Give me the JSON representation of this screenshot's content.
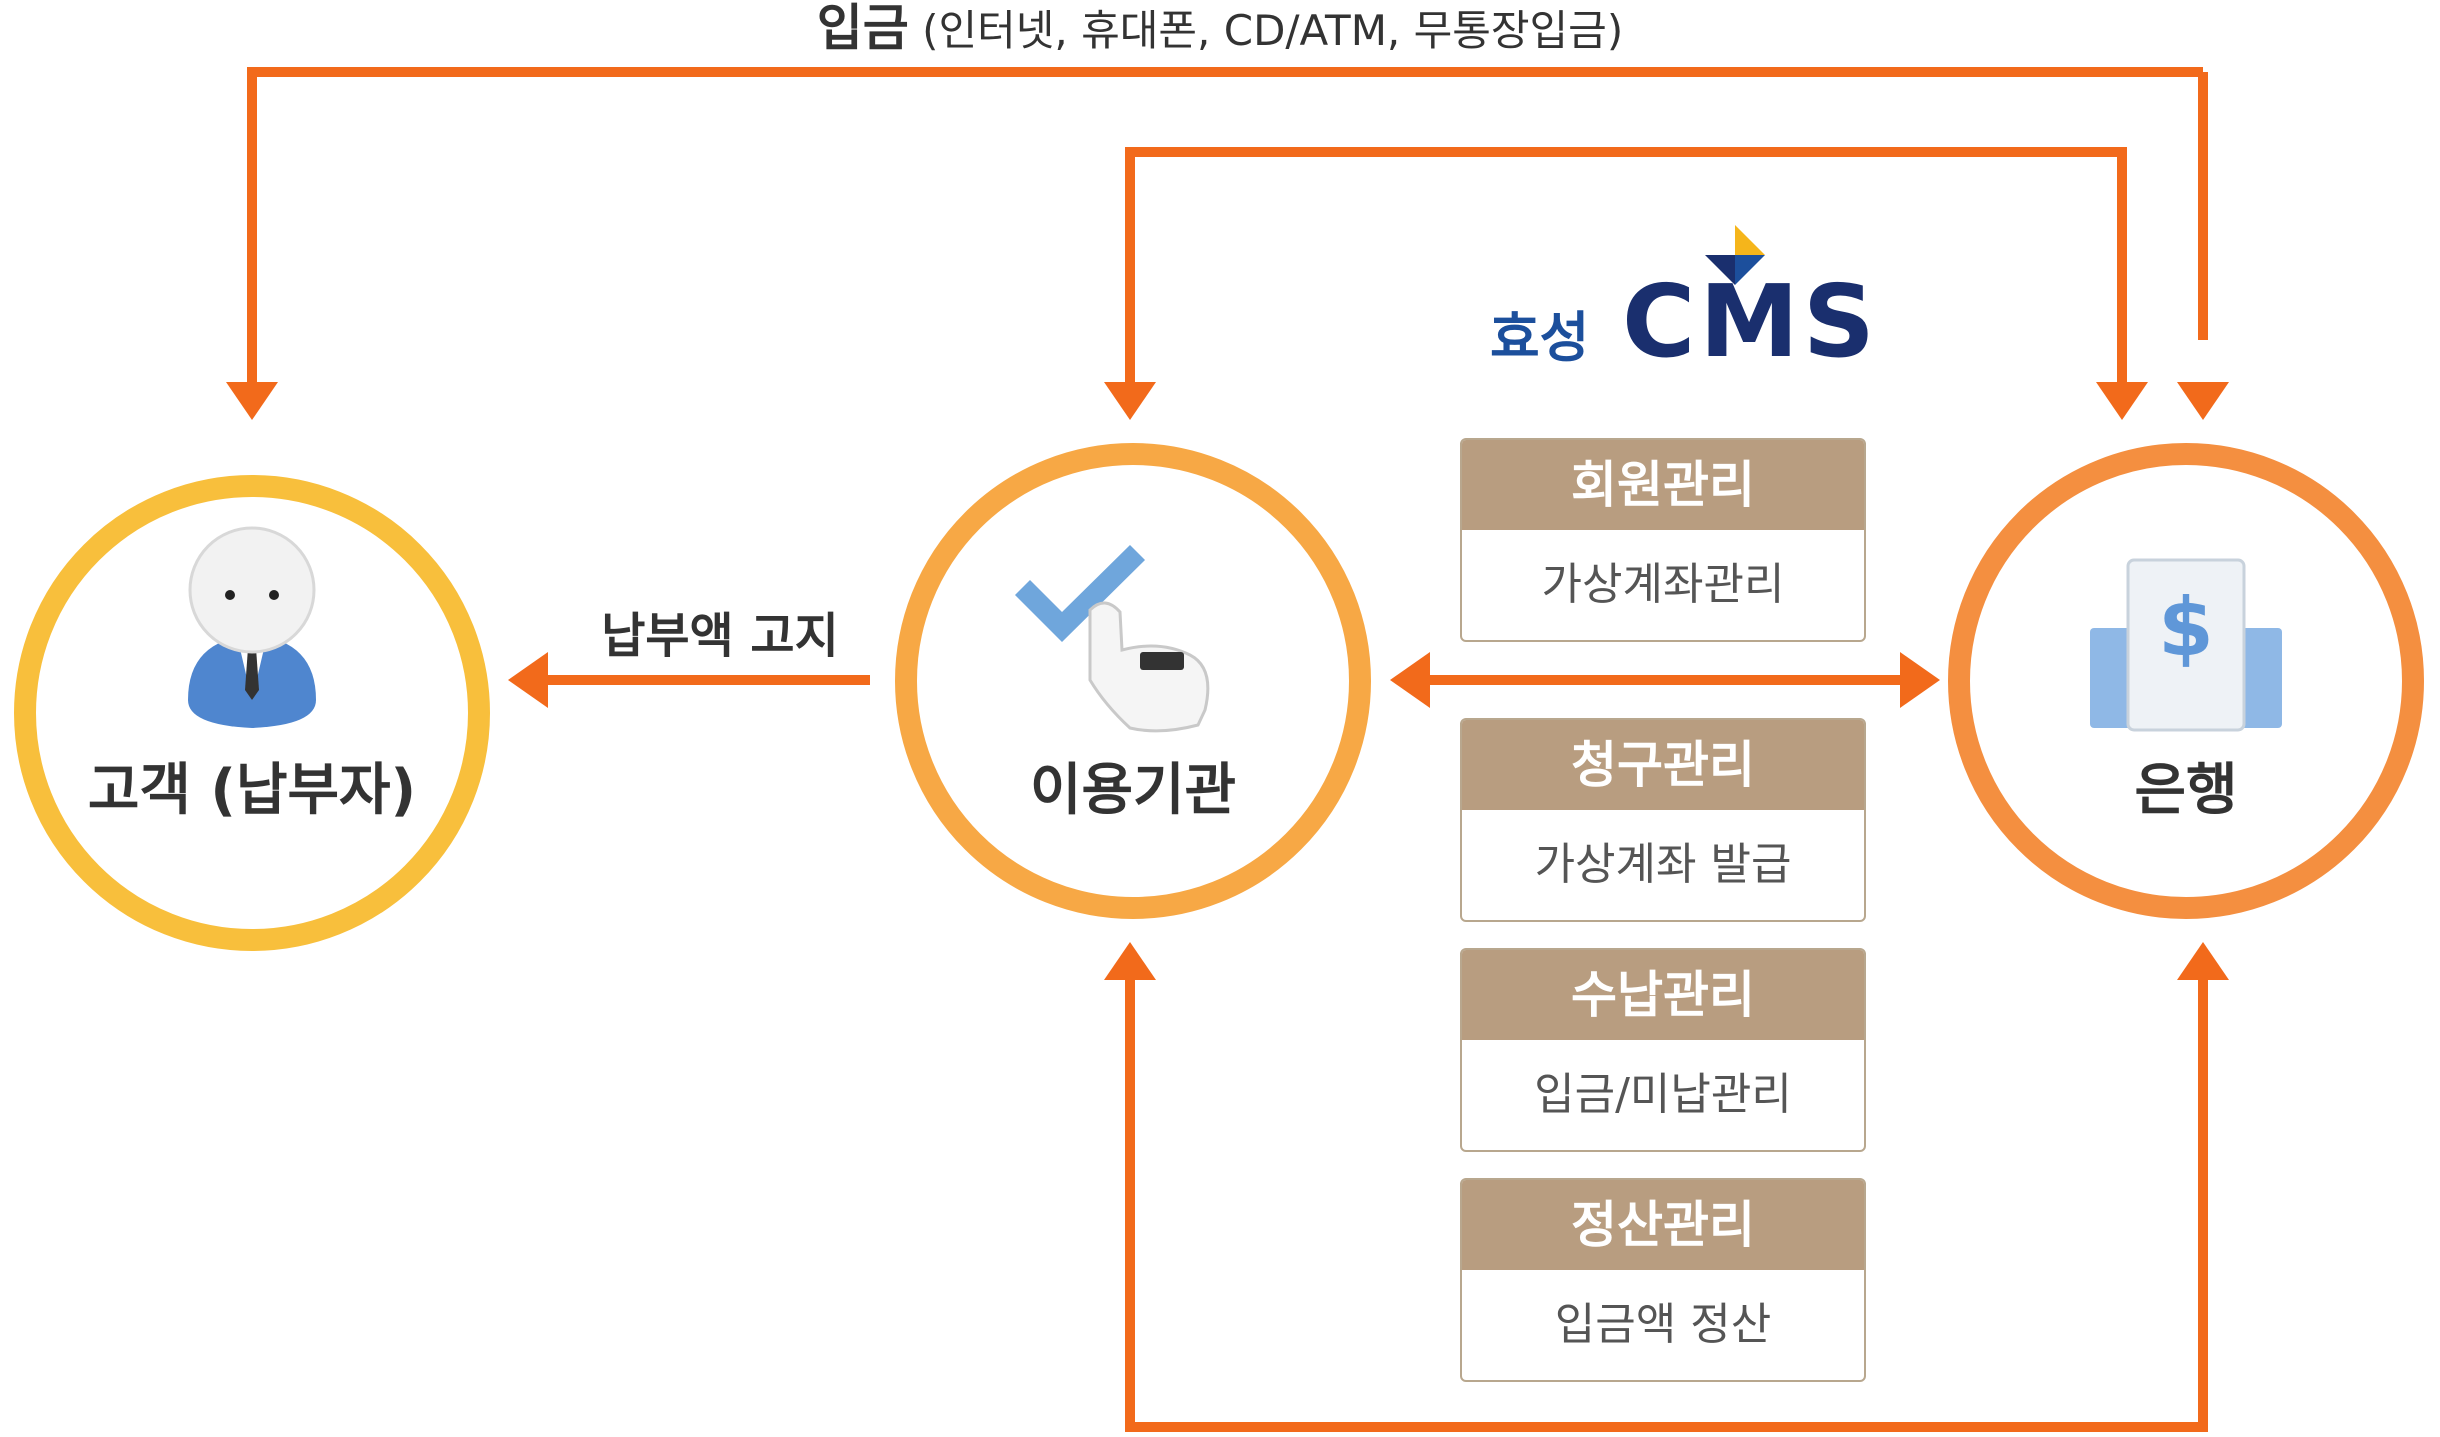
{
  "top_label": {
    "strong": "입금",
    "detail": " (인터넷, 휴대폰, CD/ATM, 무통장입금)"
  },
  "nodes": {
    "customer": {
      "label": "고객 (납부자)"
    },
    "institution": {
      "label": "이용기관"
    },
    "bank": {
      "label": "은행"
    }
  },
  "notice_label": "납부액 고지",
  "logo": {
    "korean": "효성",
    "english": "CMS"
  },
  "cards": [
    {
      "title": "회원관리",
      "body": "가상계좌관리"
    },
    {
      "title": "청구관리",
      "body": "가상계좌 발급"
    },
    {
      "title": "수납관리",
      "body": "입금/미납관리"
    },
    {
      "title": "정산관리",
      "body": "입금액 정산"
    }
  ],
  "colors": {
    "arrow": "#f26a1b",
    "ring_customer": "#f8bf3c",
    "ring_institution": "#f7a845",
    "ring_bank": "#f48f40",
    "card_header": "#b89d80"
  },
  "icons": {
    "customer": "person-icon",
    "institution": "hand-check-icon",
    "bank": "bank-dollar-icon"
  }
}
